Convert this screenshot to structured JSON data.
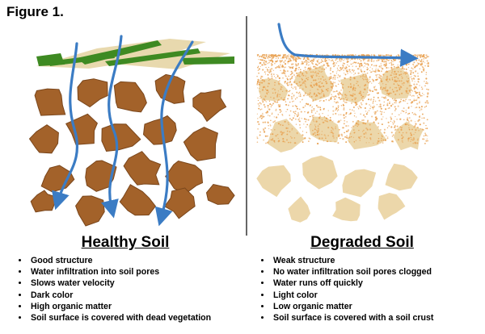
{
  "figure": {
    "title": "Figure 1."
  },
  "healthy": {
    "heading": "Healthy Soil",
    "bullets": [
      "Good structure",
      "Water infiltration into soil pores",
      "Slows water velocity",
      "Dark color",
      "High organic matter",
      "Soil surface is covered with dead vegetation"
    ],
    "colors": {
      "aggregate": "#a3622a",
      "aggregate_edge": "#7a461b",
      "vegetation": "#3e8a22",
      "litter": "#e8d9ae",
      "water": "#3b7cc4"
    }
  },
  "degraded": {
    "heading": "Degraded Soil",
    "bullets": [
      "Weak structure",
      "No water infiltration soil pores clogged",
      "Water runs off quickly",
      "Light color",
      "Low organic matter",
      "Soil surface is covered with a soil crust"
    ],
    "colors": {
      "aggregate": "#ecd7aa",
      "crust": "#e8a050",
      "water": "#3b7cc4"
    }
  }
}
